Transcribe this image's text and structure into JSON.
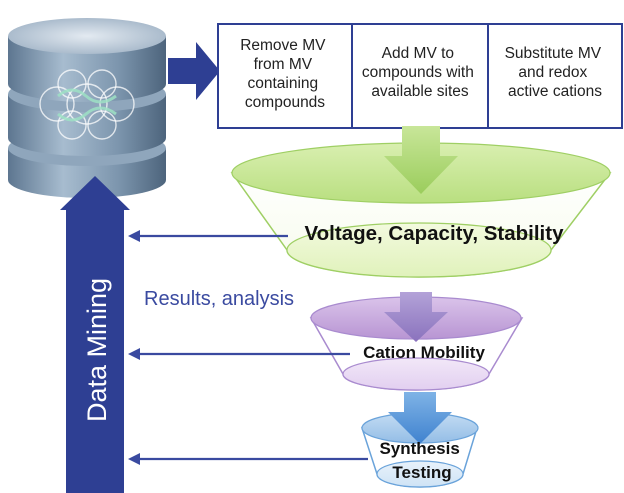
{
  "diagram": {
    "steps": [
      {
        "lines": [
          "Remove MV",
          "from MV",
          "containing",
          "compounds"
        ]
      },
      {
        "lines": [
          "Add MV to",
          "compounds with",
          "available sites"
        ]
      },
      {
        "lines": [
          "Substitute MV",
          "and redox",
          "active cations"
        ]
      }
    ],
    "funnel_stages": [
      {
        "label": "Voltage, Capacity, Stability"
      },
      {
        "label": "Cation Mobility"
      },
      {
        "label_lines": [
          "Synthesis",
          "Testing"
        ]
      }
    ],
    "sidebar_label": "Data Mining",
    "results_label": "Results, analysis",
    "colors": {
      "navy": "#2e3f93",
      "arrow_navy": "#3a4aa0",
      "green_light": "#e8f5c8",
      "green_mid": "#c9e89a",
      "green_arrow": "#a9d46e",
      "purple_light": "#e8d8f2",
      "purple_mid": "#c9a9df",
      "purple_arrow": "#9b86c4",
      "blue_light": "#d8e9f7",
      "blue_mid": "#a9cbec",
      "blue_arrow": "#4e8fd6",
      "db_top": "#c9d4df",
      "db_side": "#6f8aa5",
      "box_border": "#2e3f93"
    }
  }
}
